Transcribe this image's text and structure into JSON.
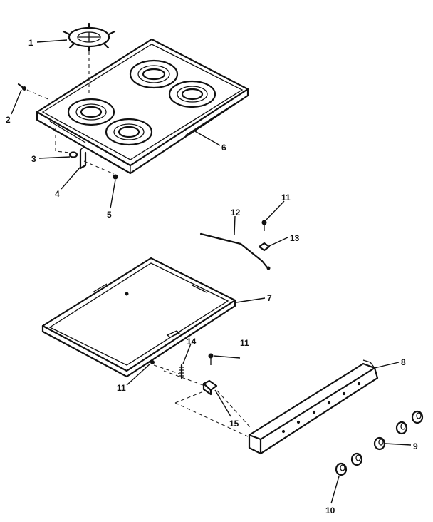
{
  "callouts": {
    "c1": "1",
    "c2": "2",
    "c3": "3",
    "c4": "4",
    "c5": "5",
    "c6": "6",
    "c7": "7",
    "c8": "8",
    "c9": "9",
    "c10": "10",
    "c11a": "11",
    "c11b": "11",
    "c11c": "11",
    "c12": "12",
    "c13": "13",
    "c14": "14",
    "c15": "15"
  }
}
